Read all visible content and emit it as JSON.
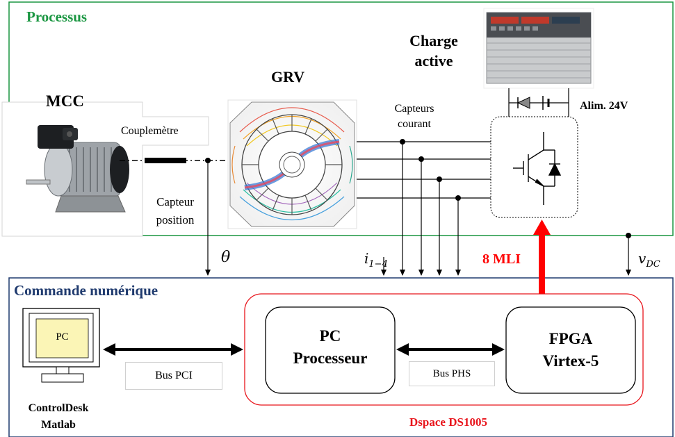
{
  "processus": {
    "title": "Processus",
    "color": "#1a9641"
  },
  "mcc": {
    "label": "MCC"
  },
  "couplemetre": {
    "label": "Couplemètre"
  },
  "capteur_position": {
    "line1": "Capteur",
    "line2": "position"
  },
  "grv": {
    "label": "GRV"
  },
  "capteurs_courant": {
    "line1": "Capteurs",
    "line2": "courant"
  },
  "charge_active": {
    "line1": "Charge",
    "line2": "active"
  },
  "alim": {
    "label": "Alim. 24V"
  },
  "signals": {
    "theta": "θ",
    "i_main": "i",
    "i_sub": "1−4",
    "mli": "8 MLI",
    "mli_color": "#ff0000",
    "vdc_main": "v",
    "vdc_sub": "DC"
  },
  "commande": {
    "title": "Commande numérique",
    "color": "#1f3a6e"
  },
  "pc_monitor": {
    "screen_label": "PC"
  },
  "bus_pci": {
    "label": "Bus PCI"
  },
  "controldesk": {
    "line1": "ControlDesk",
    "line2": "Matlab"
  },
  "pc_processeur": {
    "line1": "PC",
    "line2": "Processeur"
  },
  "bus_phs": {
    "label": "Bus PHS"
  },
  "fpga": {
    "line1": "FPGA",
    "line2": "Virtex-5"
  },
  "dspace": {
    "label": "Dspace DS1005",
    "color": "#e8141b"
  }
}
